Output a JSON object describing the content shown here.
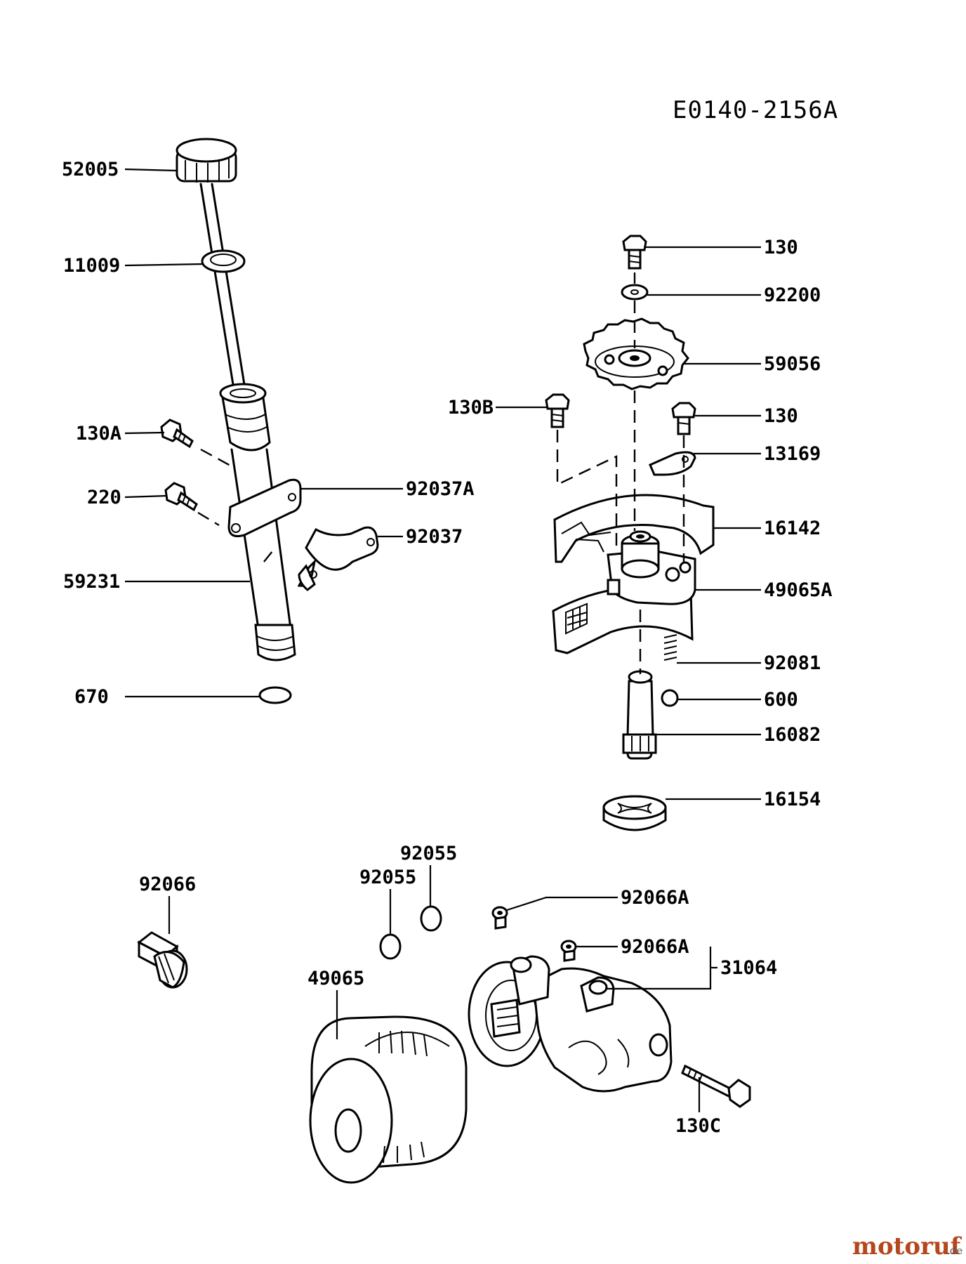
{
  "diagram_code": "E0140-2156A",
  "watermark": {
    "main": "motoruf",
    "suffix": ".de",
    "color": "#b5471d"
  },
  "labels": {
    "dipstick_cap": "52005",
    "dipstick_oring": "11009",
    "bolt_tube": "130A",
    "bolt_bracket": "220",
    "bracket_a": "92037A",
    "clamp": "92037",
    "tube": "59231",
    "tube_oring": "670",
    "bolt_gear": "130",
    "washer_gear": "92200",
    "gear": "59056",
    "bolt_pump": "130B",
    "bolt_plate": "130",
    "plate": "13169",
    "screen": "16142",
    "pump_body": "49065A",
    "spring": "92081",
    "ball": "600",
    "shaft": "16082",
    "rotor": "16154",
    "plug": "92066",
    "oring_a": "92055",
    "oring_b": "92055",
    "filter": "49065",
    "plug_a1": "92066A",
    "plug_a2": "92066A",
    "filter_housing": "31064",
    "bolt_housing": "130C"
  }
}
